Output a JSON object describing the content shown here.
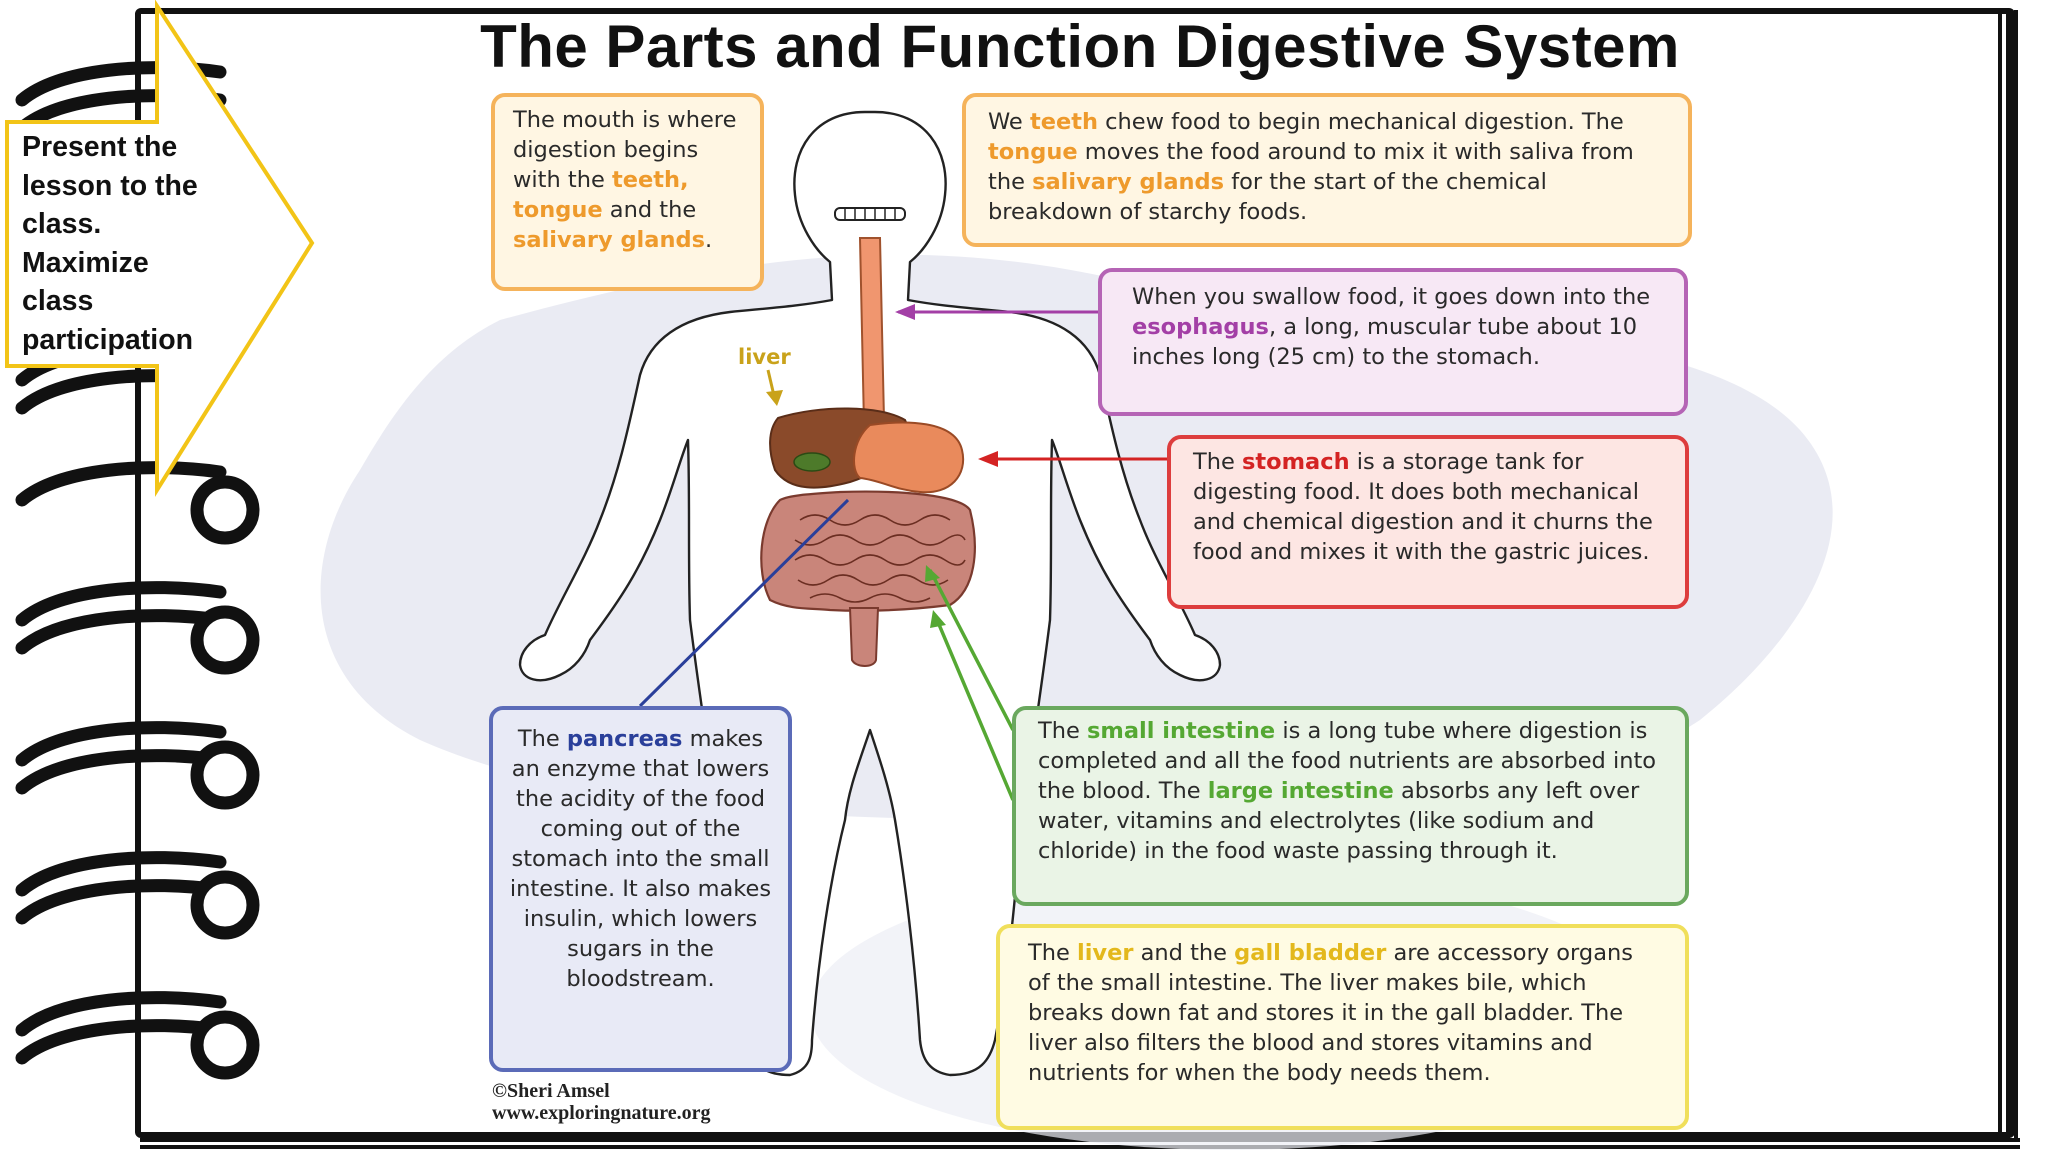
{
  "title": "The Parts and Function Digestive System",
  "callout": {
    "text": "Present the lesson to the class. Maximize class participation"
  },
  "diagram": {
    "liver_label": "liver",
    "credit_line1": "©Sheri Amsel",
    "credit_line2": "www.exploringnature.org"
  },
  "boxes": {
    "mouth": {
      "t1": "The mouth is where digestion begins with the ",
      "h1": "teeth, tongue",
      "t2": " and the ",
      "h2": "salivary glands",
      "t3": "."
    },
    "teeth": {
      "t1": "We ",
      "h1": "teeth",
      "t2": " chew food to begin mechanical digestion. The ",
      "h2": "tongue",
      "t3": " moves the food around to mix it with saliva from the ",
      "h3": "salivary glands",
      "t4": " for the start of the chemical breakdown of starchy foods."
    },
    "esophagus": {
      "t1": "When you swallow food, it goes down into the ",
      "h1": "esophagus",
      "t2": ", a long, muscular tube about 10 inches long (25 cm) to the stomach."
    },
    "stomach": {
      "t1": "The ",
      "h1": "stomach",
      "t2": " is a storage tank for digesting food. It does both mechanical and chemical digestion and it churns the food and mixes it with the gastric juices."
    },
    "pancreas": {
      "t1": "The ",
      "h1": "pancreas",
      "t2": " makes an enzyme that lowers the acidity of the food coming out of the stomach into the small intestine. It also makes insulin, which lowers sugars in the bloodstream."
    },
    "intestine": {
      "t1": "The ",
      "h1": "small intestine",
      "t2": " is a long tube where digestion is completed and all the food nutrients are absorbed into the blood. The ",
      "h2": "large intestine",
      "t3": " absorbs any left over water, vitamins and electrolytes (like sodium and chloride) in the food waste passing through it."
    },
    "liver": {
      "t1": "The ",
      "h1": "liver",
      "t2": " and the ",
      "h2": "gall bladder",
      "t3": " are accessory organs of the small intestine. The liver makes bile, which breaks down fat and stores it in the gall bladder. The liver also filters the blood and stores vitamins and nutrients for when the body needs them."
    }
  },
  "colors": {
    "orange": "#ee9a2c",
    "purple": "#a33fa6",
    "red": "#d42323",
    "blue": "#2a3f9a",
    "green": "#55a833",
    "yellow": "#e3b81c",
    "callout_border": "#f2c417"
  }
}
